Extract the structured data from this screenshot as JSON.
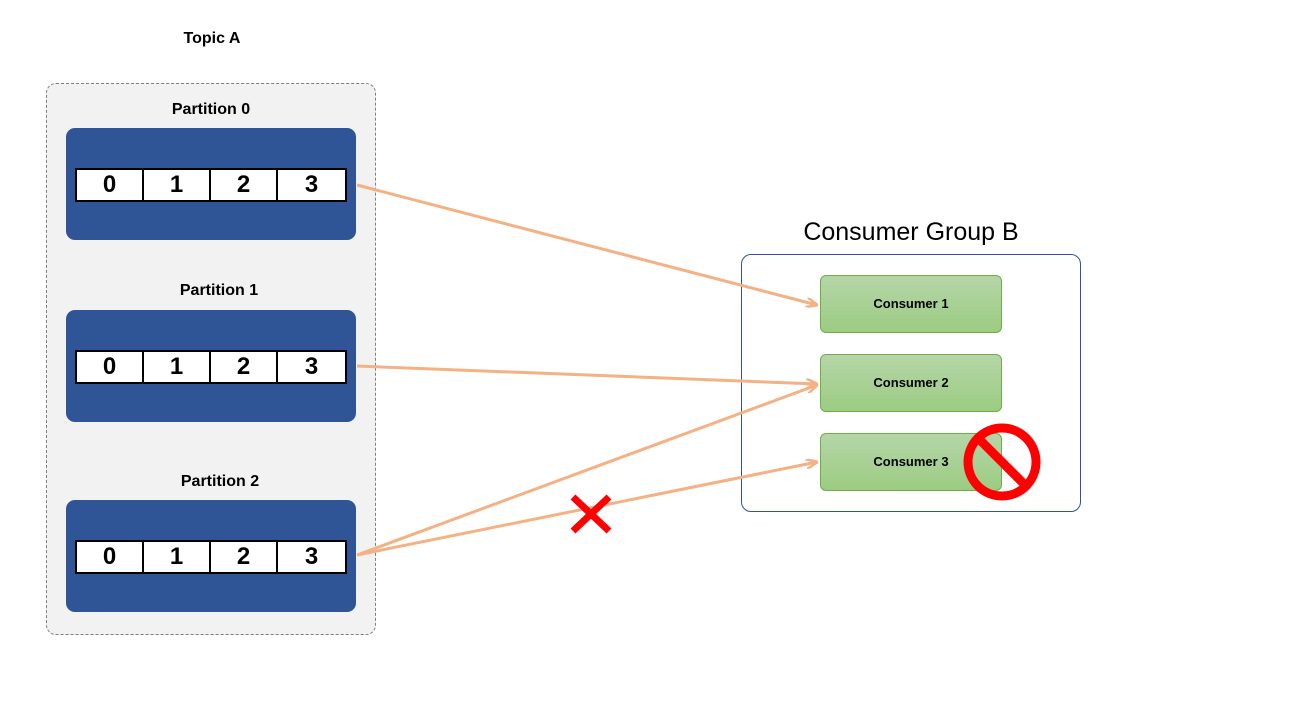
{
  "topic": {
    "title": "Topic A",
    "partitions": [
      {
        "label": "Partition 0",
        "offsets": [
          "0",
          "1",
          "2",
          "3"
        ]
      },
      {
        "label": "Partition 1",
        "offsets": [
          "0",
          "1",
          "2",
          "3"
        ]
      },
      {
        "label": "Partition 2",
        "offsets": [
          "0",
          "1",
          "2",
          "3"
        ]
      }
    ]
  },
  "group": {
    "title": "Consumer Group B",
    "consumers": [
      {
        "label": "Consumer 1"
      },
      {
        "label": "Consumer 2"
      },
      {
        "label": "Consumer 3"
      }
    ]
  },
  "colors": {
    "partition_fill": "#2f5597",
    "topic_fill": "#f2f2f2",
    "consumer_fill": "#a9d18e",
    "arrow": "#f4b183",
    "blocked": "#ff0000"
  },
  "icons": {
    "blocked_link": "x-mark-icon",
    "inactive_consumer": "prohibited-icon"
  }
}
